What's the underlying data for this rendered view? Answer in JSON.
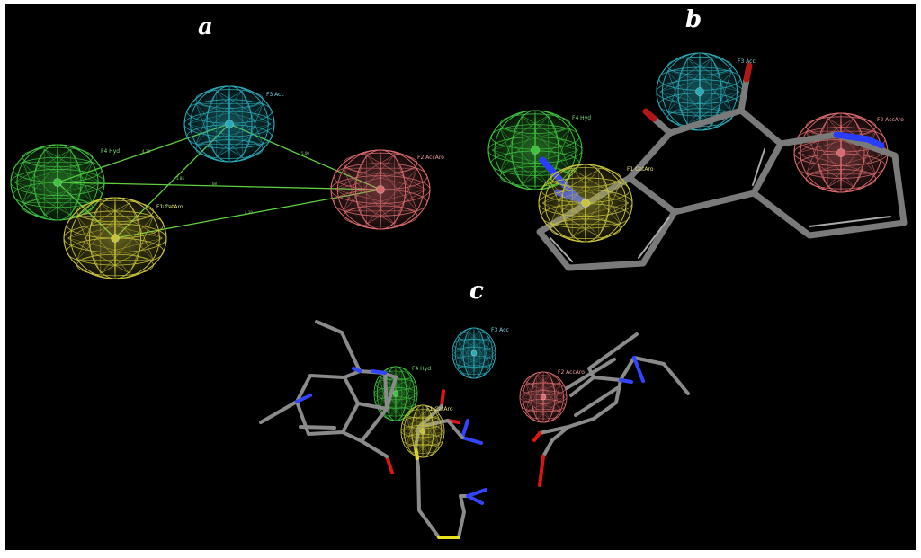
{
  "panels": {
    "a": {
      "letter": "a",
      "features": {
        "f1": "F1 CatAro",
        "f2": "F2 AccAro",
        "f3": "F3 Acc",
        "f4": "F4 Hyd"
      },
      "distances": [
        "4.18",
        "5.00",
        "3.85",
        "7.08",
        "4.20",
        "3.75"
      ]
    },
    "b": {
      "letter": "b",
      "features": {
        "f1": "F1 CatAro",
        "f2": "F2 AccAro",
        "f3": "F3 Acc",
        "f4": "F4 Hyd"
      }
    },
    "c": {
      "letter": "c",
      "features": {
        "f1": "F1 CatAro",
        "f2": "F2 AccAro",
        "f3": "F3 Acc",
        "f4": "F4 Hyd"
      }
    }
  },
  "colors": {
    "background": "#000000",
    "hydrophobic": "#3fc23f",
    "cationic_aromatic": "#c8c23c",
    "acceptor": "#2aa9b6",
    "acceptor_aromatic": "#d96a6e",
    "carbon": "#8a8a8a",
    "nitrogen": "#2a3cff",
    "oxygen": "#e01414",
    "sulfur": "#e6e21c",
    "distance_line": "#5fcf3f"
  }
}
